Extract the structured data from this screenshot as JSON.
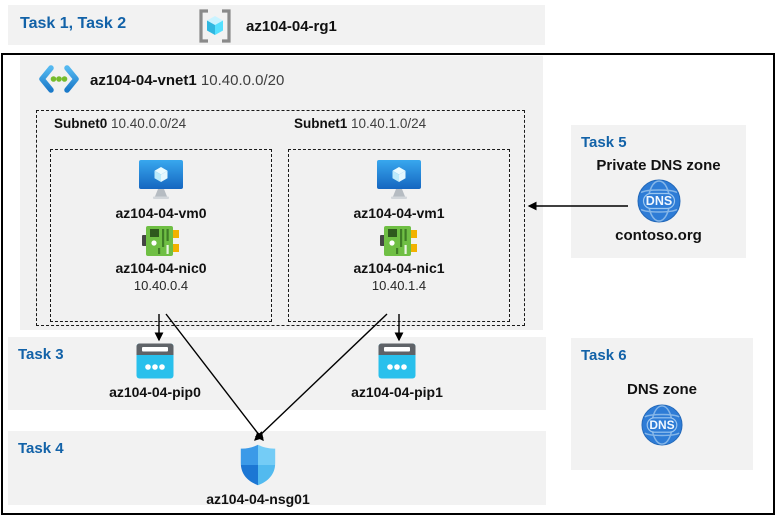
{
  "top": {
    "tasks": "Task 1, Task 2",
    "rg": "az104-04-rg1"
  },
  "vnet": {
    "name": "az104-04-vnet1",
    "cidr": "10.40.0.0/20",
    "subnets": [
      {
        "name": "Subnet0",
        "cidr": "10.40.0.0/24",
        "vm": "az104-04-vm0",
        "nic": "az104-04-nic0",
        "ip": "10.40.0.4"
      },
      {
        "name": "Subnet1",
        "cidr": "10.40.1.0/24",
        "vm": "az104-04-vm1",
        "nic": "az104-04-nic1",
        "ip": "10.40.1.4"
      }
    ]
  },
  "task3": {
    "label": "Task 3",
    "pips": [
      "az104-04-pip0",
      "az104-04-pip1"
    ]
  },
  "task4": {
    "label": "Task 4",
    "nsg": "az104-04-nsg01"
  },
  "task5": {
    "label": "Task 5",
    "title": "Private DNS zone",
    "zone": "contoso.org"
  },
  "task6": {
    "label": "Task 6",
    "title": "DNS zone"
  },
  "icons": {
    "dns_label": "DNS"
  },
  "colors": {
    "task_blue": "#1262A8",
    "band_gray": "#F2F2F2",
    "vnet_gray": "#F1F1F1",
    "pip_cyan": "#29C0EC",
    "nic_green": "#6FBF44",
    "nic_yellow": "#F2B200",
    "shield_blue_dark": "#1C77D4",
    "shield_blue_light": "#74CCF6",
    "dns_blue": "#2E7CD6",
    "vm_blue": "#2388DC",
    "vnet_dot_green": "#76BC2D",
    "cube_cyan": "#54E0FF"
  }
}
